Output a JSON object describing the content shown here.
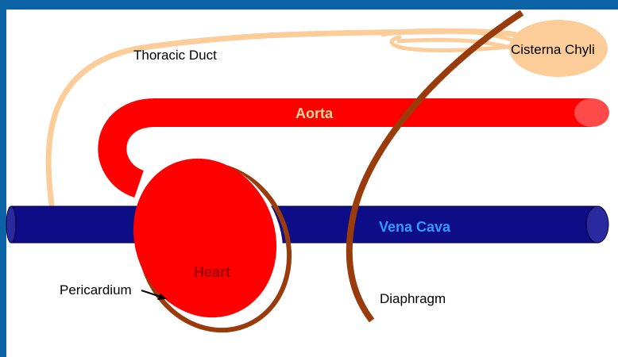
{
  "labels": {
    "thoracic_duct": "Thoracic Duct",
    "cisterna_chyli": "Cisterna Chyli",
    "aorta": "Aorta",
    "vena_cava": "Vena Cava",
    "heart": "Heart",
    "pericardium": "Pericardium",
    "diaphragm": "Diaphragm"
  },
  "colors": {
    "frame": "#0b63a5",
    "lymph": "#fccc99",
    "aorta": "#ff0000",
    "aorta_tip": "#ff4a4a",
    "vena_cava": "#0d0d88",
    "vena_cava_end": "#2a2aa0",
    "diaphragm": "#9a3b0c",
    "aorta_label": "#ffd8a0",
    "vena_cava_label": "#3399ff",
    "heart_label": "#a00000"
  }
}
